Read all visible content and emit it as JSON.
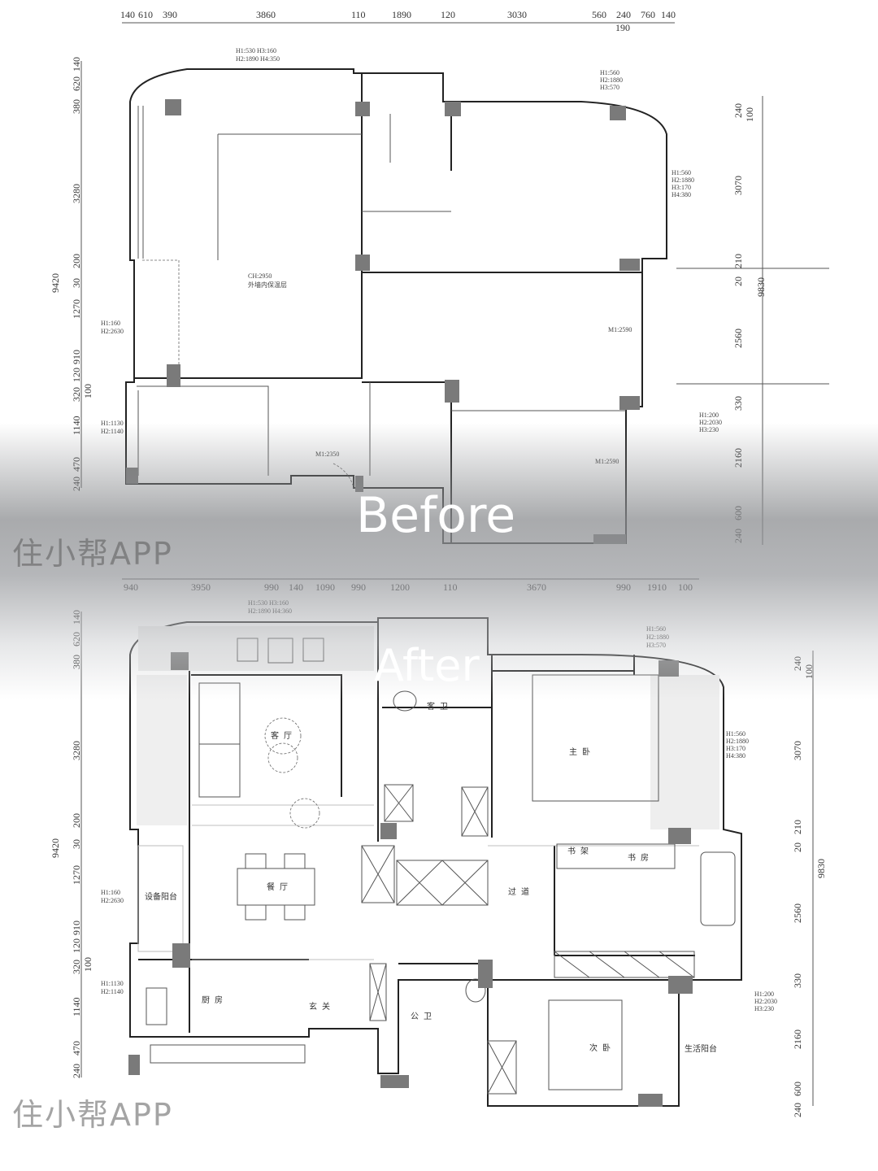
{
  "labels": {
    "before": "Before",
    "after": "After"
  },
  "watermark": "住小帮APP",
  "before": {
    "top_dims": [
      "140",
      "610",
      "390",
      "3860",
      "110",
      "1890",
      "120",
      "3030",
      "560",
      "240",
      "190",
      "760",
      "140"
    ],
    "left_dims": [
      "140",
      "620",
      "380",
      "3280",
      "200",
      "30",
      "1270",
      "910",
      "320",
      "120",
      "100",
      "1140",
      "470",
      "240"
    ],
    "left_total": "9420",
    "right_dims": [
      "240",
      "100",
      "3070",
      "210",
      "20",
      "2560",
      "330",
      "2160",
      "600",
      "240"
    ],
    "right_total": "9830",
    "notes": {
      "top_window": [
        "H1:530  H3:160",
        "H2:1890 H4:350"
      ],
      "right_window_top": [
        "H1:560",
        "H2:1880",
        "H3:570"
      ],
      "right_window_side": [
        "H1:560",
        "H2:1880",
        "H3:170",
        "H4:380"
      ],
      "left_window": [
        "H1:160",
        "H2:2630"
      ],
      "kitchen_window": [
        "H1:1130",
        "H2:1140"
      ],
      "door_m1_a": "M1:2590",
      "door_m1_b": "M1:2590",
      "door_entry": "M1:2350",
      "right_window_bottom": [
        "H1:200",
        "H2:2030",
        "H3:230"
      ],
      "ceiling": [
        "CH:2950",
        "外墙内保温层"
      ]
    }
  },
  "after": {
    "top_dims": [
      "940",
      "3950",
      "990",
      "140",
      "1090",
      "990",
      "1200",
      "110",
      "3670",
      "990",
      "1910",
      "100"
    ],
    "left_dims": [
      "140",
      "620",
      "380",
      "3280",
      "200",
      "30",
      "1270",
      "910",
      "320",
      "120",
      "100",
      "1140",
      "470",
      "240"
    ],
    "left_total": "9420",
    "right_dims": [
      "240",
      "100",
      "3070",
      "210",
      "20",
      "2560",
      "330",
      "2160",
      "600",
      "240"
    ],
    "right_total": "9830",
    "notes": {
      "top_window": [
        "H1:530  H3:160",
        "H2:1890 H4:360"
      ],
      "right_window_top": [
        "H1:560",
        "H2:1880",
        "H3:570"
      ],
      "right_window_side": [
        "H1:560",
        "H2:1880",
        "H3:170",
        "H4:380"
      ],
      "left_window": [
        "H1:160",
        "H2:2630"
      ],
      "kitchen_window": [
        "H1:1130",
        "H2:1140"
      ],
      "right_window_bottom": [
        "H1:200",
        "H2:2030",
        "H3:230"
      ]
    },
    "rooms": {
      "living": "客厅",
      "dining": "餐厅",
      "equipment_balcony": "设备阳台",
      "kitchen": "厨房",
      "entrance": "玄关",
      "guest_bath": "客卫",
      "public_bath": "公卫",
      "master_bedroom": "主卧",
      "bookshelf": "书架",
      "study": "书房",
      "corridor": "过道",
      "second_bedroom": "次卧",
      "service_balcony": "生活阳台"
    }
  }
}
